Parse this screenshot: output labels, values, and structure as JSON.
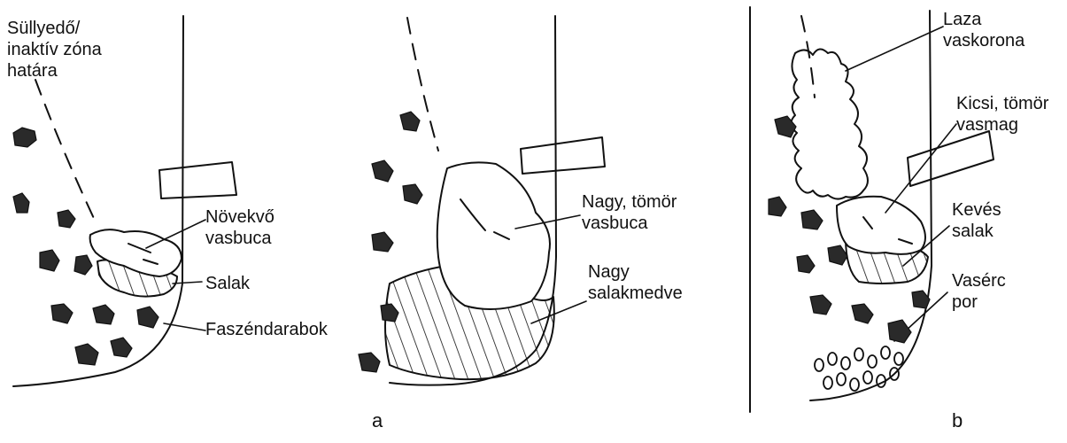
{
  "colors": {
    "ink": "#111111",
    "paper": "#ffffff",
    "coal": "#2a2a2a"
  },
  "labels": {
    "sullyedo": "Süllyedő/\ninaktív zóna\nhatára",
    "novekvo": "Növekvő\nvasbuca",
    "salak": "Salak",
    "faszen": "Faszéndarabok",
    "nagy_tomor": "Nagy, tömör\nvasbuca",
    "nagy_salak": "Nagy\nsalakmedve",
    "laza": "Laza\nvaskorona",
    "kicsi": "Kicsi, tömör\nvasmag",
    "keves": "Kevés\nsalak",
    "vaserc": "Vasérc\npor"
  },
  "captions": {
    "a": "a",
    "b": "b"
  }
}
